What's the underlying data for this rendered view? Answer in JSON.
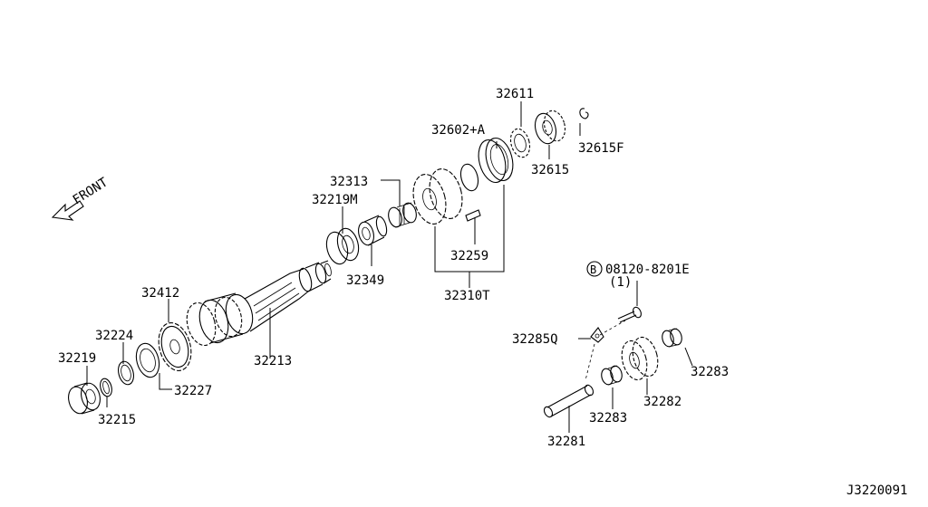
{
  "diagram": {
    "front_label": "FRONT",
    "ref_code": "J3220091",
    "bolt_circle_letter": "B",
    "labels": {
      "p32611": "32611",
      "p32602a": "32602+A",
      "p32615f": "32615F",
      "p32615": "32615",
      "p32313": "32313",
      "p32219m": "32219M",
      "p32259": "32259",
      "p32349": "32349",
      "p32310t": "32310T",
      "p32412": "32412",
      "p32224": "32224",
      "p32213": "32213",
      "p32219": "32219",
      "p32227": "32227",
      "p32215": "32215",
      "bolt": "08120-8201E",
      "bolt_qty": "(1)",
      "p32285q": "32285Q",
      "p32283a": "32283",
      "p32282": "32282",
      "p32283b": "32283",
      "p32281": "32281"
    }
  }
}
